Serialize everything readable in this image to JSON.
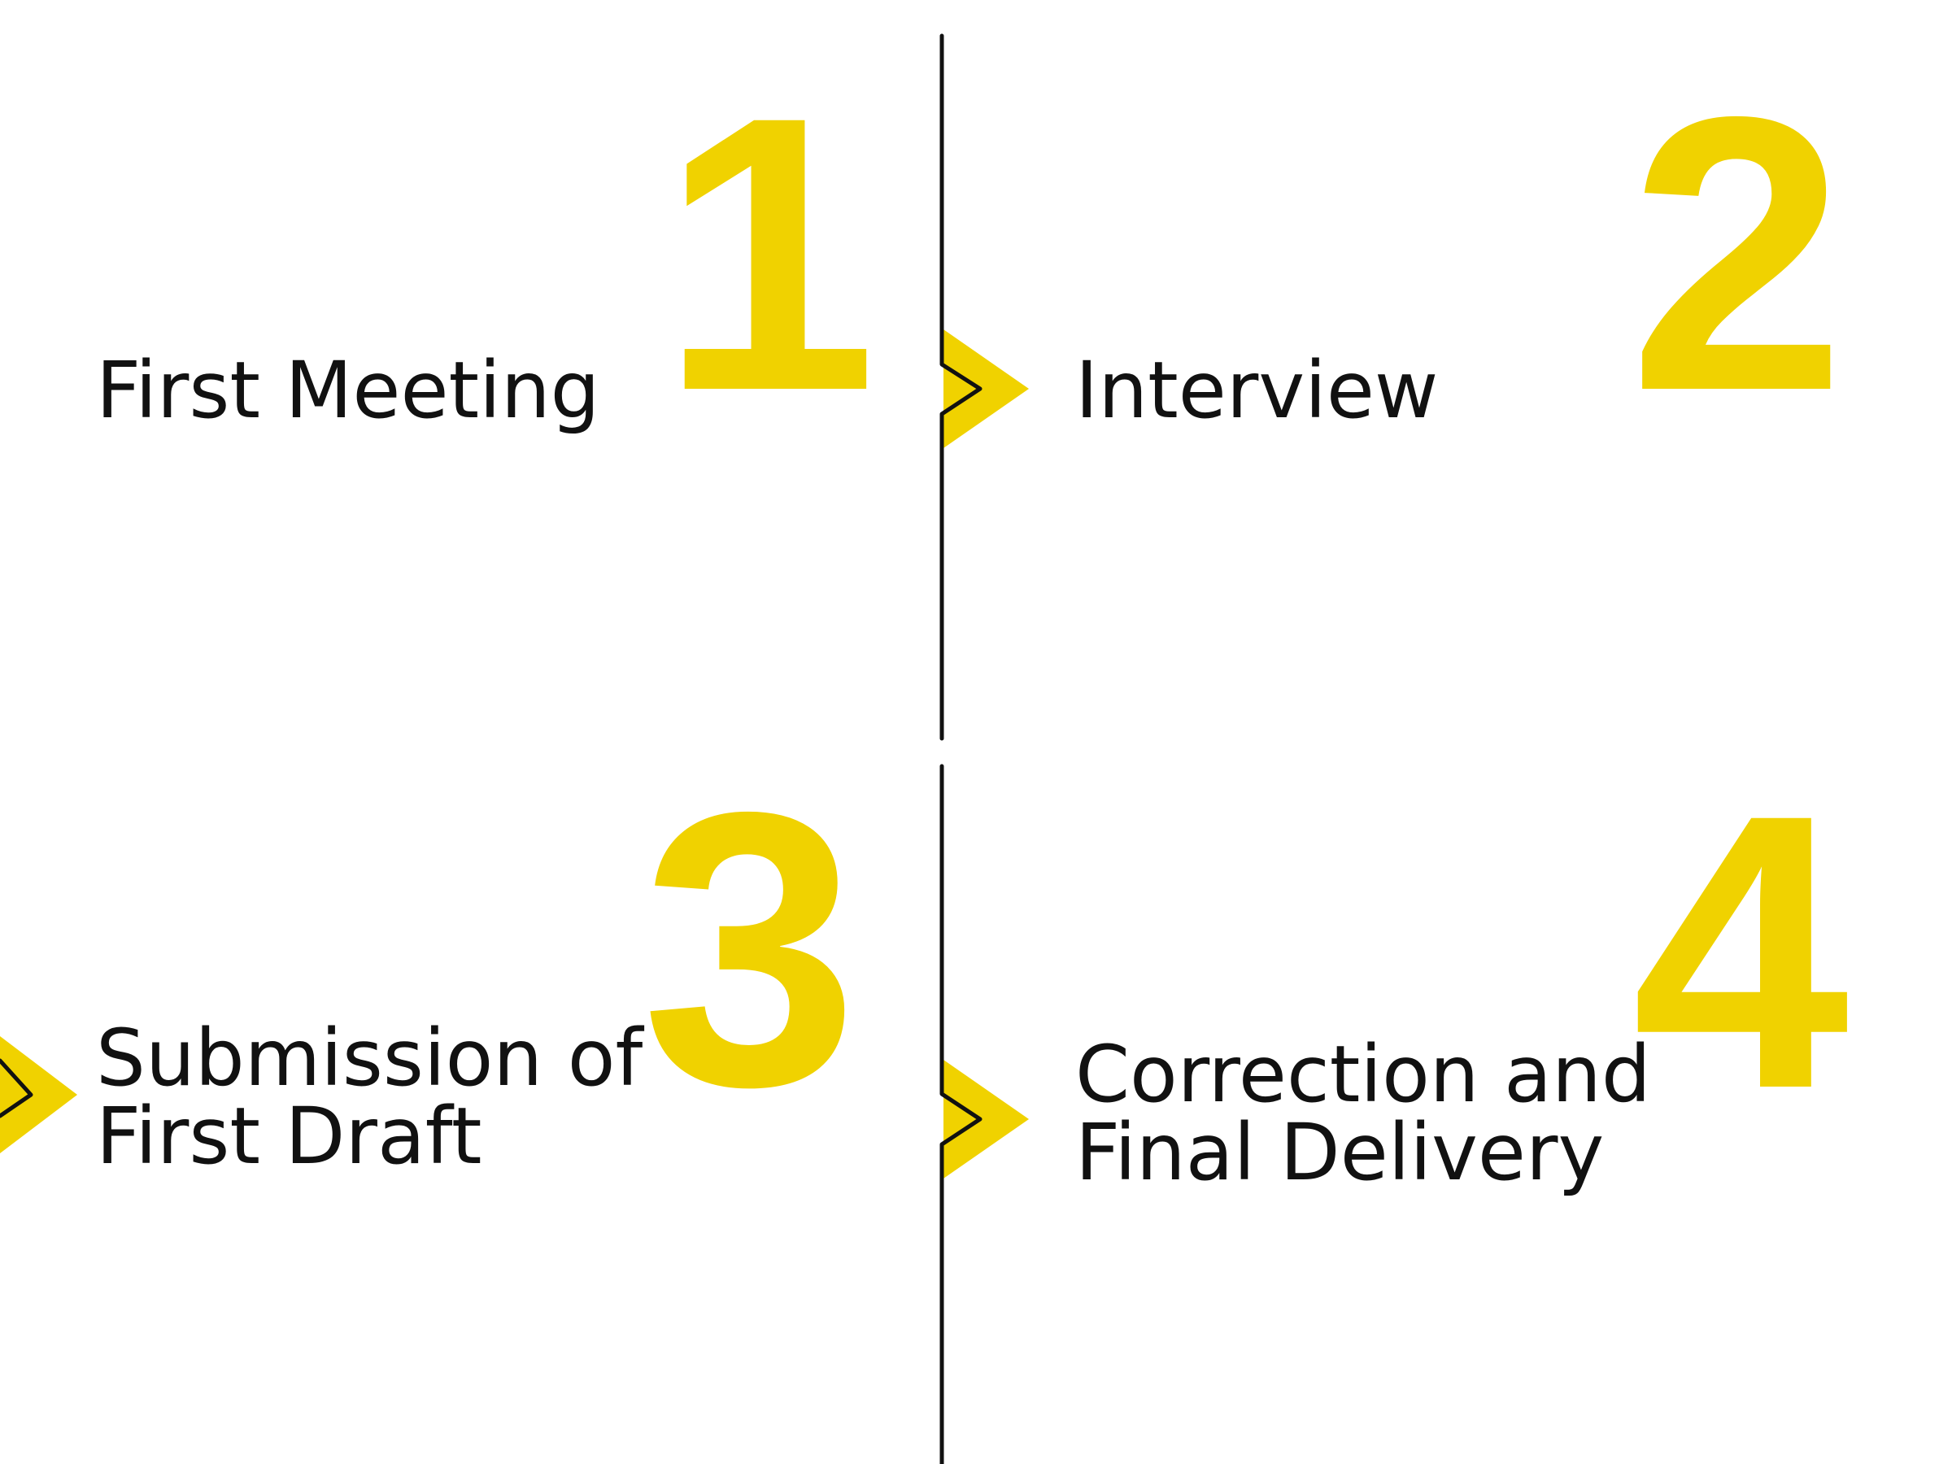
{
  "colors": {
    "accent": "#F0D200",
    "line": "#111111",
    "text": "#111111",
    "background": "#FFFFFF"
  },
  "steps": [
    {
      "number": "1",
      "label_lines": [
        "First Meeting"
      ]
    },
    {
      "number": "2",
      "label_lines": [
        "Interview"
      ]
    },
    {
      "number": "3",
      "label_lines": [
        "Submission of",
        "First Draft"
      ]
    },
    {
      "number": "4",
      "label_lines": [
        "Correction and",
        "Final Delivery"
      ]
    }
  ]
}
